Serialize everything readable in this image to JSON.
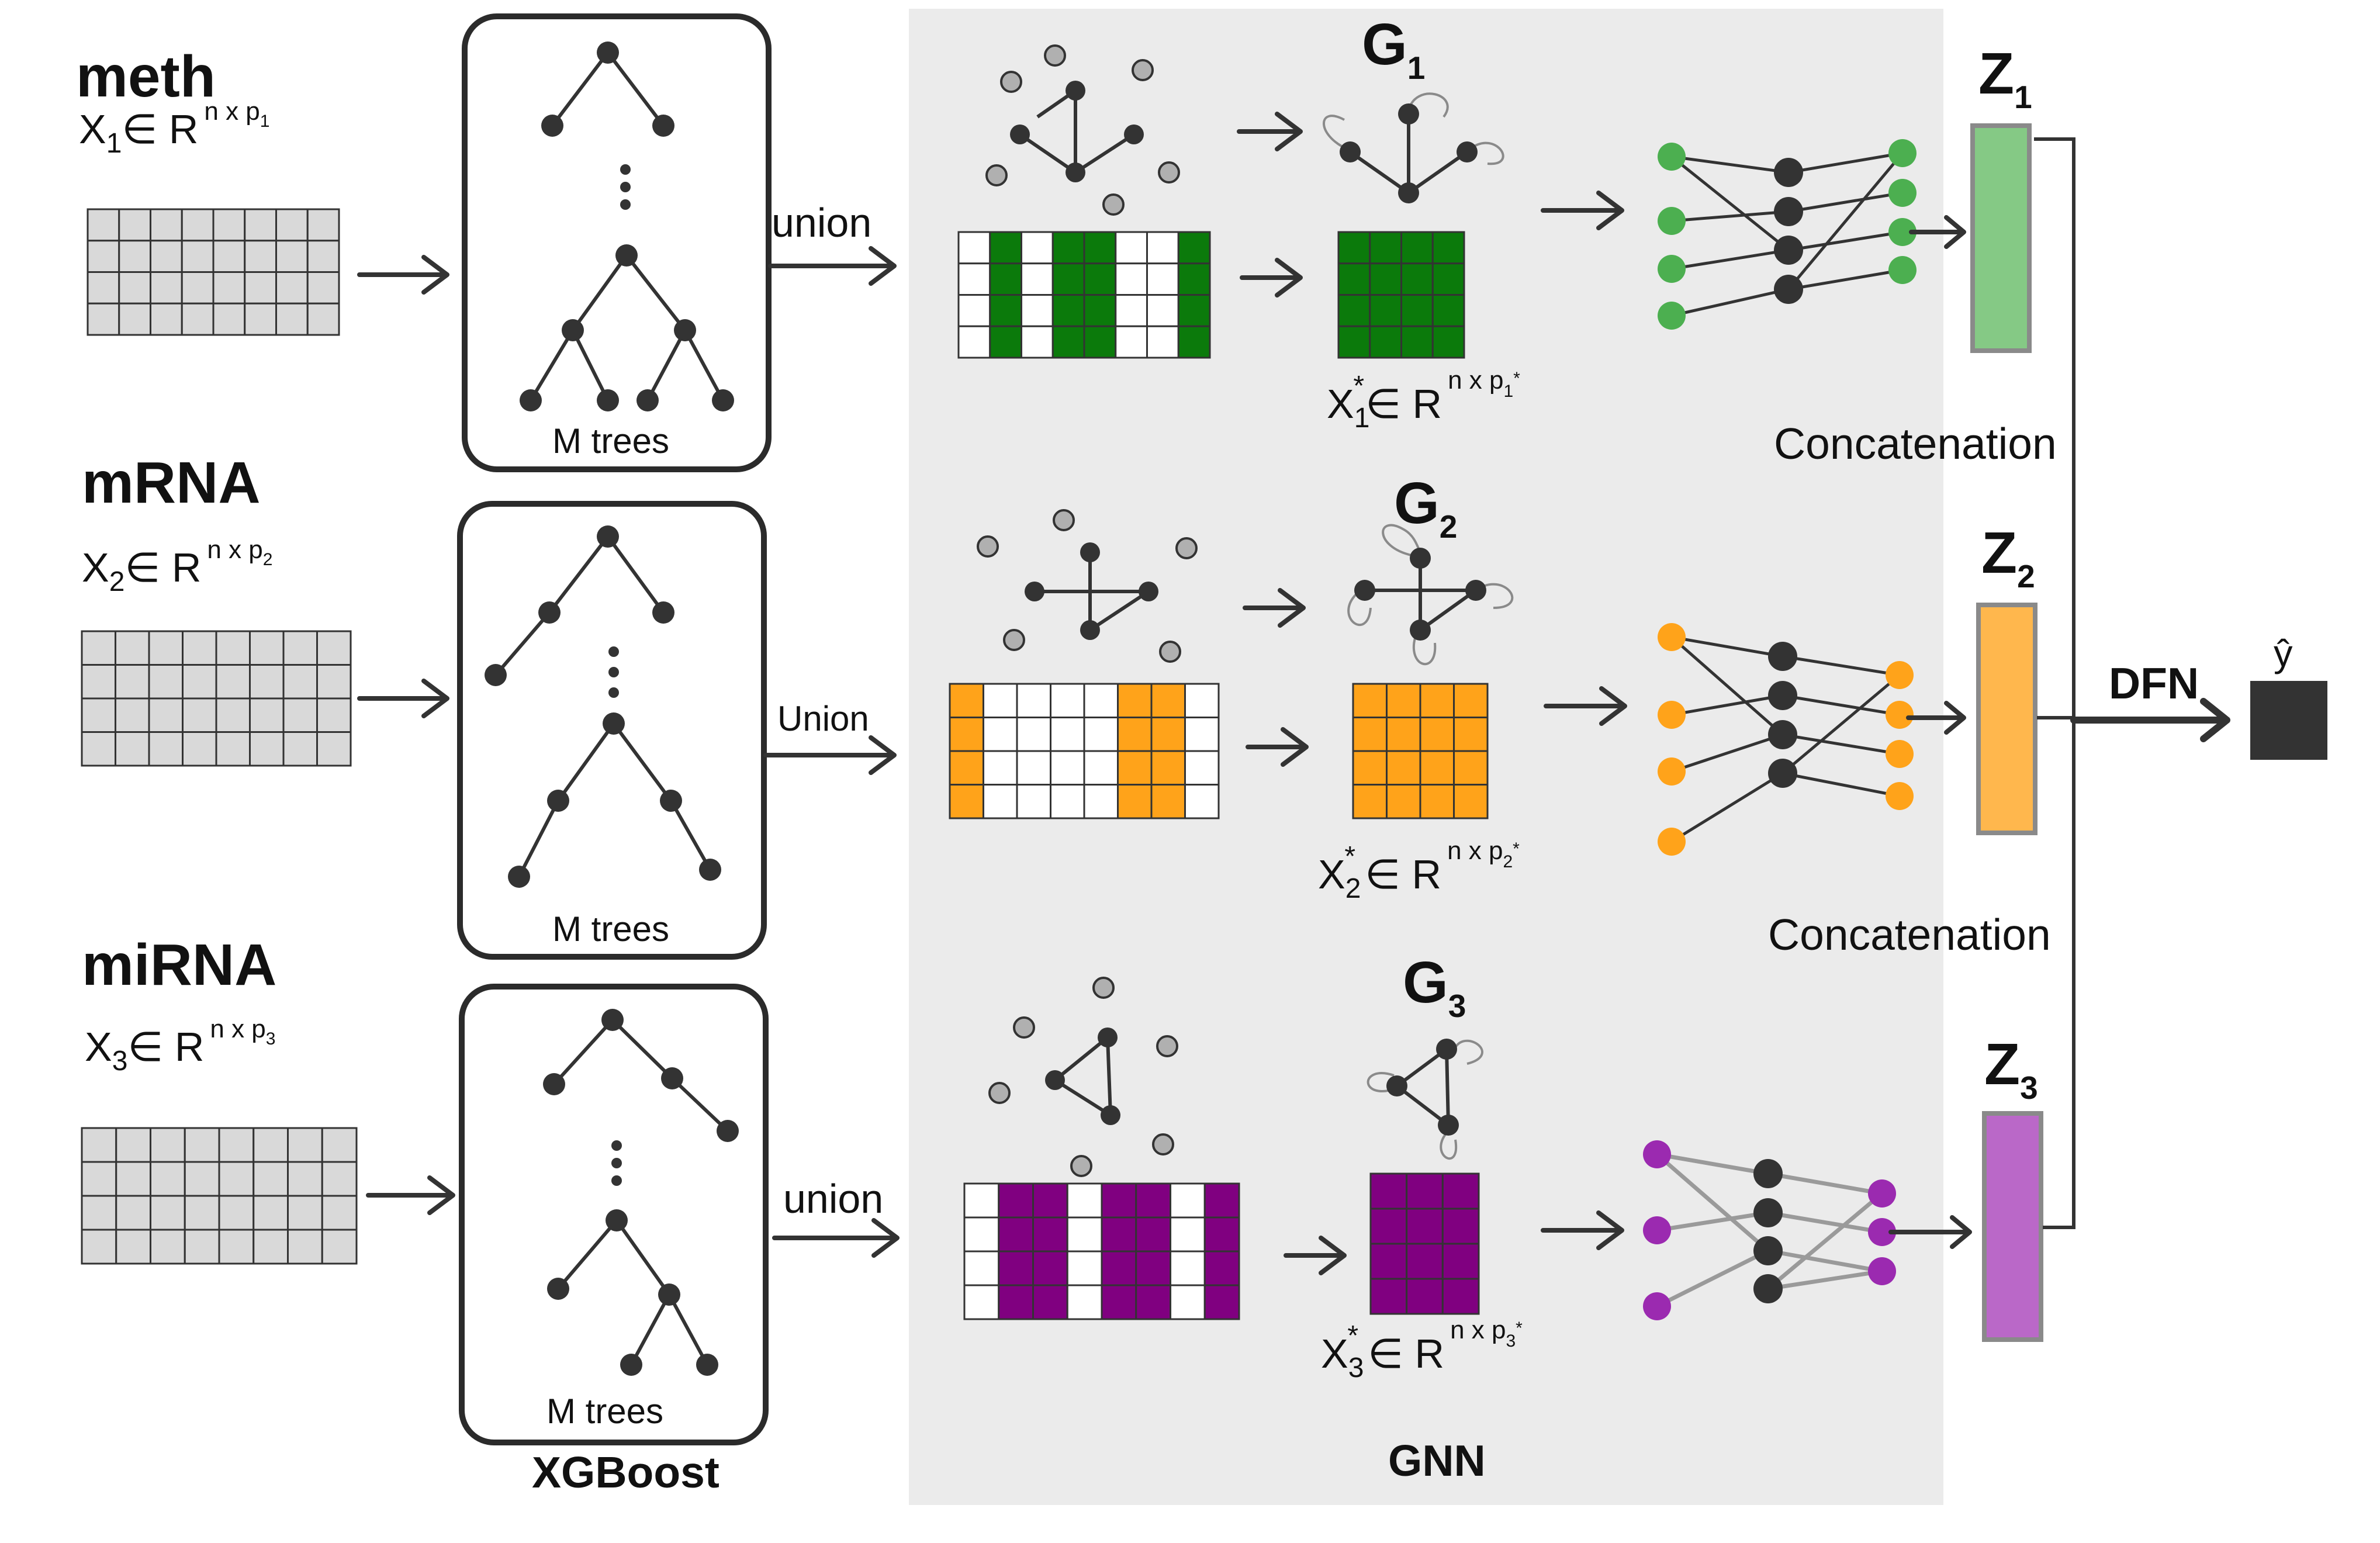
{
  "colors": {
    "meth": "#4caf50",
    "mrna": "#ffa31a",
    "mirna": "#9b2ab0",
    "meth_dark": "#0b7a0b",
    "mrna_dark": "#ffa31a",
    "mirna_dark": "#800080",
    "meth_z": "#85c985",
    "mrna_z": "#ffb74d",
    "mirna_z": "#ba68c8",
    "panel": "#ebebeb",
    "grid_cell": "#d9d9d9",
    "output": "#333333"
  },
  "rows": [
    {
      "omic_label": "meth",
      "formula_main": "X",
      "formula_sub": "1",
      "formula_rest": "∈ R",
      "formula_sup": "n x p",
      "formula_sup_sub": "1",
      "trees_label": "M trees",
      "union_label": "union",
      "graph_label": "G",
      "graph_sub": "1",
      "xstar_main": "X",
      "xstar_sub": "1",
      "xstar_rest": "∈ R",
      "xstar_sup": "n x p",
      "xstar_sup_sub": "1",
      "z_label": "Z",
      "z_sub": "1",
      "selected_columns": [
        false,
        true,
        false,
        true,
        true,
        false,
        false,
        true
      ]
    },
    {
      "omic_label": "mRNA",
      "formula_main": "X",
      "formula_sub": "2",
      "formula_rest": "∈ R",
      "formula_sup": "n x p",
      "formula_sup_sub": "2",
      "trees_label": "M trees",
      "union_label": "Union",
      "graph_label": "G",
      "graph_sub": "2",
      "xstar_main": "X",
      "xstar_sub": "2",
      "xstar_rest": "∈ R",
      "xstar_sup": "n x p",
      "xstar_sup_sub": "2",
      "z_label": "Z",
      "z_sub": "2",
      "selected_columns": [
        true,
        false,
        false,
        false,
        false,
        true,
        true,
        false
      ]
    },
    {
      "omic_label": "miRNA",
      "formula_main": "X",
      "formula_sub": "3",
      "formula_rest": "∈ R",
      "formula_sup": "n x p",
      "formula_sup_sub": "3",
      "trees_label": "M trees",
      "union_label": "union",
      "graph_label": "G",
      "graph_sub": "3",
      "xstar_main": "X",
      "xstar_sub": "3",
      "xstar_rest": "∈ R",
      "xstar_sup": "n x p",
      "xstar_sup_sub": "3",
      "z_label": "Z",
      "z_sub": "3",
      "selected_columns": [
        false,
        true,
        true,
        false,
        true,
        true,
        false,
        true
      ]
    }
  ],
  "concatenation_labels": [
    "Concatenation",
    "Concatenation"
  ],
  "star": "*",
  "xgboost_label": "XGBoost",
  "gnn_label": "GNN",
  "dfn_label": "DFN",
  "output_label": "ŷ"
}
